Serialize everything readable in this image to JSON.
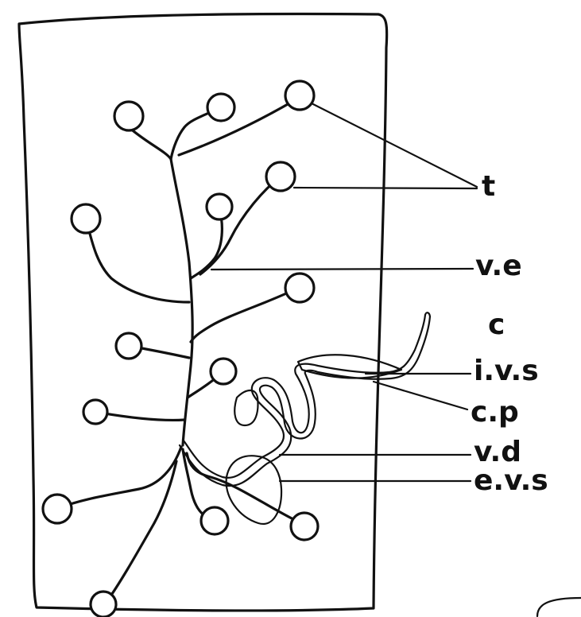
{
  "diagram": {
    "labels": {
      "t": "t",
      "ve": "v.e",
      "c": "c",
      "ivs": "i.v.s",
      "cp": "c.p",
      "vd": "v.d",
      "evs": "e.v.s"
    }
  }
}
